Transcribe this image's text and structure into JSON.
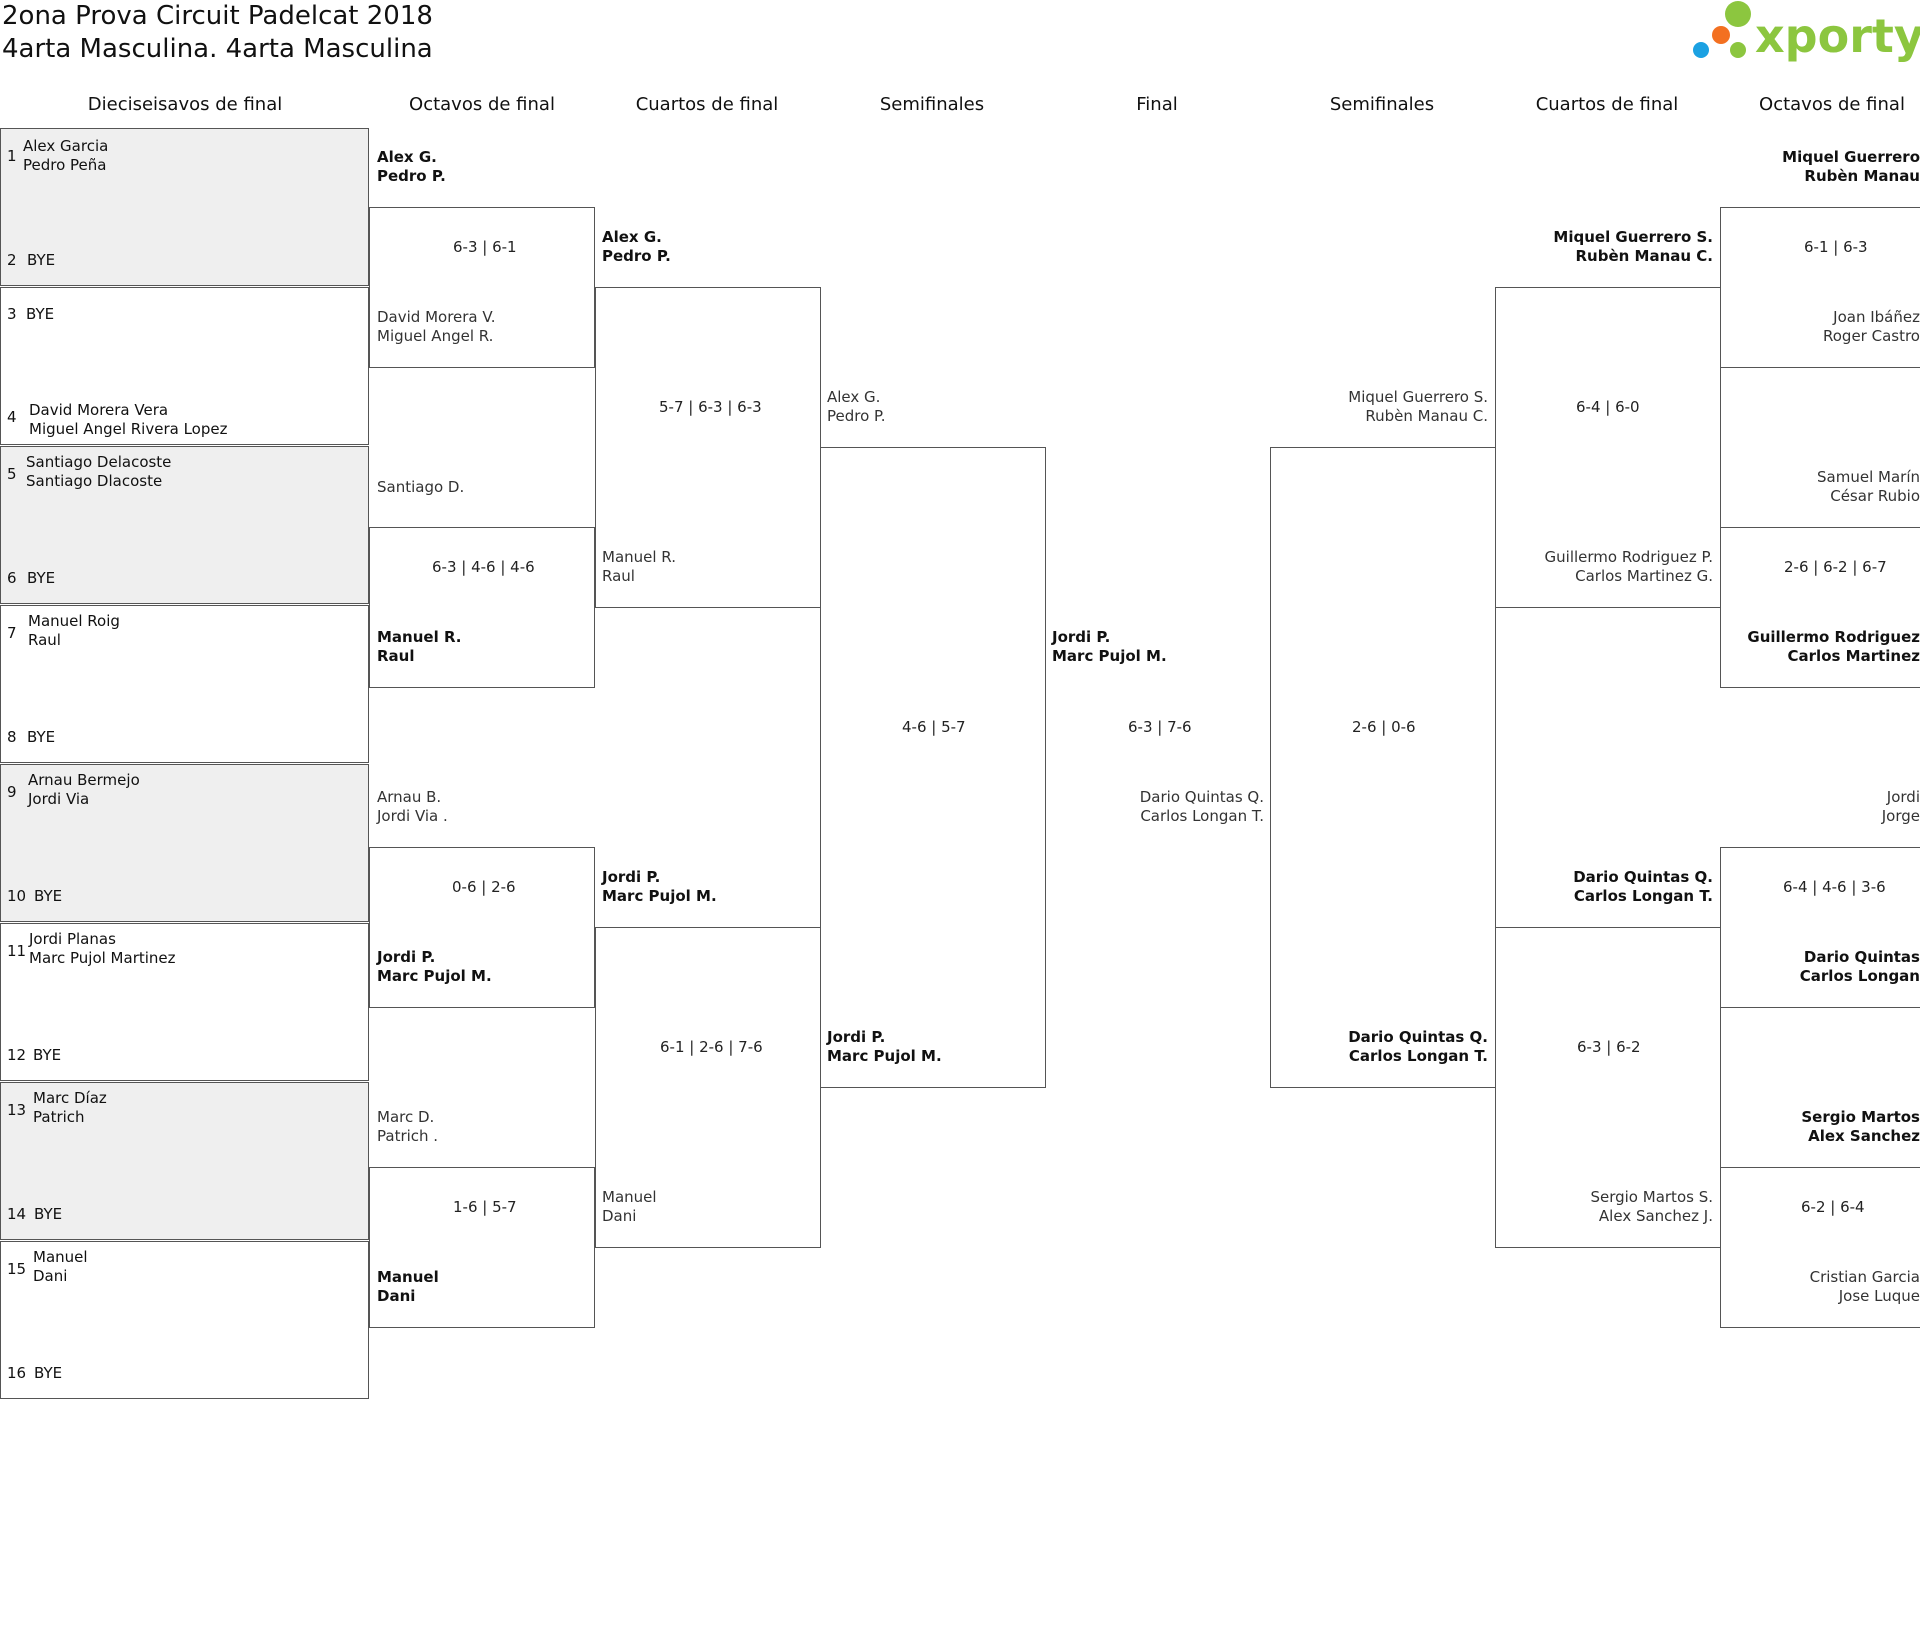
{
  "header": {
    "title_line1": "2ona Prova Circuit Padelcat 2018",
    "title_line2": "4arta Masculina. 4arta Masculina",
    "logo_text": "xporty",
    "logo_colors": {
      "green": "#8cc63f",
      "orange": "#f37021",
      "blue": "#1ba1e2"
    }
  },
  "rounds": [
    "Dieciseisavos de final",
    "Octavos de final",
    "Cuartos de final",
    "Semifinales",
    "Final",
    "Semifinales",
    "Cuartos de final",
    "Octavos de final"
  ],
  "seeds": [
    {
      "n1": "1",
      "p1": "Alex Garcia",
      "p2": "Pedro Peña",
      "n2": "2",
      "bye": "BYE"
    },
    {
      "n1": "3",
      "p1": "BYE",
      "p2": "",
      "n2": "4",
      "bye": "David Morera Vera\nMiguel Angel Rivera Lopez"
    },
    {
      "n1": "5",
      "p1": "Santiago Delacoste",
      "p2": "Santiago Dlacoste",
      "n2": "6",
      "bye": "BYE"
    },
    {
      "n1": "7",
      "p1": "Manuel Roig",
      "p2": "Raul",
      "n2": "8",
      "bye": "BYE"
    },
    {
      "n1": "9",
      "p1": "Arnau Bermejo",
      "p2": "Jordi Via",
      "n2": "10",
      "bye": "BYE"
    },
    {
      "n1": "11",
      "p1": "Jordi Planas",
      "p2": "Marc Pujol Martinez",
      "n2": "12",
      "bye": "BYE"
    },
    {
      "n1": "13",
      "p1": "Marc Díaz",
      "p2": "Patrich",
      "n2": "14",
      "bye": "BYE"
    },
    {
      "n1": "15",
      "p1": "Manuel",
      "p2": "Dani",
      "n2": "16",
      "bye": "BYE"
    }
  ],
  "left": {
    "octavos": [
      {
        "top": "Alex G.\nPedro P.",
        "score": "6-3 | 6-1",
        "bottom": "David Morera V.\nMiguel Angel R."
      },
      {
        "top": "Santiago D.",
        "score": "6-3 | 4-6 | 4-6",
        "bottom": "Manuel R.\nRaul"
      },
      {
        "top": "Arnau B.\nJordi Via .",
        "score": "0-6 | 2-6",
        "bottom": "Jordi P.\nMarc Pujol M."
      },
      {
        "top": "Marc D.\nPatrich .",
        "score": "1-6 | 5-7",
        "bottom": "Manuel\nDani"
      }
    ],
    "cuartos": [
      {
        "top": "Alex G.\nPedro P.",
        "score": "5-7 | 6-3 | 6-3",
        "bottom": "Manuel R.\nRaul"
      },
      {
        "top": "Jordi P.\nMarc Pujol M.",
        "score": "6-1 | 2-6 | 7-6",
        "bottom": "Manuel\nDani"
      }
    ],
    "semis": {
      "top": "Alex G.\nPedro P.",
      "score": "4-6 | 5-7",
      "bottom": "Jordi P.\nMarc Pujol M."
    }
  },
  "final": {
    "top": "Jordi P.\nMarc Pujol M.",
    "score": "6-3 | 7-6",
    "bottom": "Dario Quintas Q.\nCarlos Longan T."
  },
  "right": {
    "semis": {
      "top": "Miquel Guerrero S.\nRubèn Manau C.",
      "score": "2-6 | 0-6",
      "bottom": "Dario Quintas Q.\nCarlos Longan T."
    },
    "cuartos": [
      {
        "top": "Miquel Guerrero S.\nRubèn Manau C.",
        "score": "6-4 | 6-0",
        "bottom": "Guillermo Rodriguez P.\nCarlos Martinez G."
      },
      {
        "top": "Dario Quintas Q.\nCarlos Longan T.",
        "score": "6-3 | 6-2",
        "bottom": "Sergio Martos S.\nAlex Sanchez J."
      }
    ],
    "octavos": [
      {
        "top": "Miquel Guerrero\nRubèn Manau",
        "score": "6-1 | 6-3",
        "bottom": "Joan Ibáñez\nRoger Castro"
      },
      {
        "top": "Samuel Marín\nCésar Rubio",
        "score": "2-6 | 6-2 | 6-7",
        "bottom": "Guillermo Rodriguez\nCarlos Martinez"
      },
      {
        "top": "Jordi\nJorge",
        "score": "6-4 | 4-6 | 3-6",
        "bottom": "Dario Quintas\nCarlos Longan"
      },
      {
        "top": "Sergio Martos\nAlex Sanchez",
        "score": "6-2 | 6-4",
        "bottom": "Cristian Garcia\nJose Luque"
      }
    ]
  }
}
